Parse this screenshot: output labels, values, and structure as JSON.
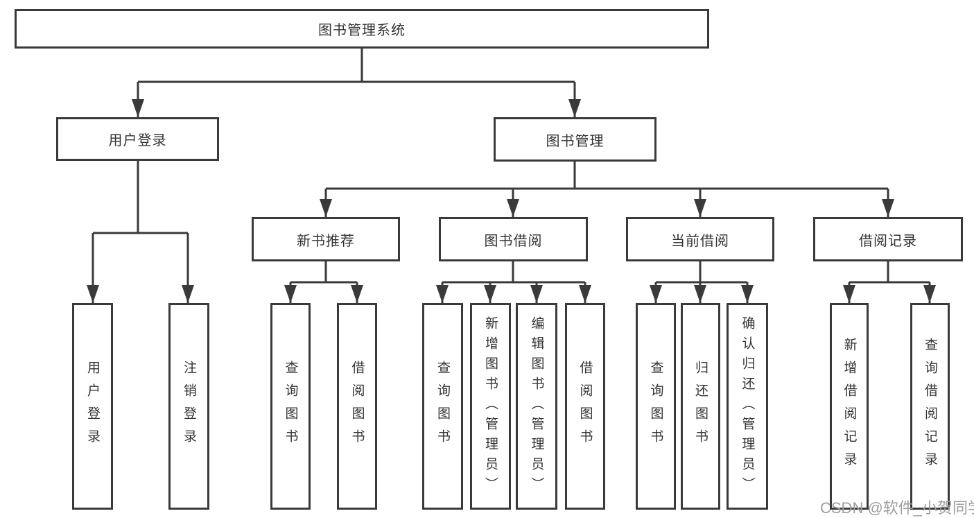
{
  "tree": {
    "root": {
      "label": "图书管理系统",
      "children": [
        {
          "label": "用户登录",
          "children": [
            {
              "label": "用户登录"
            },
            {
              "label": "注销登录"
            }
          ]
        },
        {
          "label": "图书管理",
          "children": [
            {
              "label": "新书推荐",
              "children": [
                {
                  "label": "查询图书"
                },
                {
                  "label": "借阅图书"
                }
              ]
            },
            {
              "label": "图书借阅",
              "children": [
                {
                  "label": "查询图书"
                },
                {
                  "label": "新增图书（管理员）"
                },
                {
                  "label": "编辑图书（管理员）"
                },
                {
                  "label": "借阅图书"
                }
              ]
            },
            {
              "label": "当前借阅",
              "children": [
                {
                  "label": "查询图书"
                },
                {
                  "label": "归还图书"
                },
                {
                  "label": "确认归还（管理员）"
                }
              ]
            },
            {
              "label": "借阅记录",
              "children": [
                {
                  "label": "新增借阅记录"
                },
                {
                  "label": "查询借阅记录"
                }
              ]
            }
          ]
        }
      ]
    }
  },
  "watermark": {
    "text": "CSDN @软件_小贺同学",
    "color": "#9e9e9e"
  },
  "colors": {
    "line": "#3a3a3a",
    "box_border": "#3a3a3a",
    "text": "#333333",
    "background": "#ffffff"
  }
}
